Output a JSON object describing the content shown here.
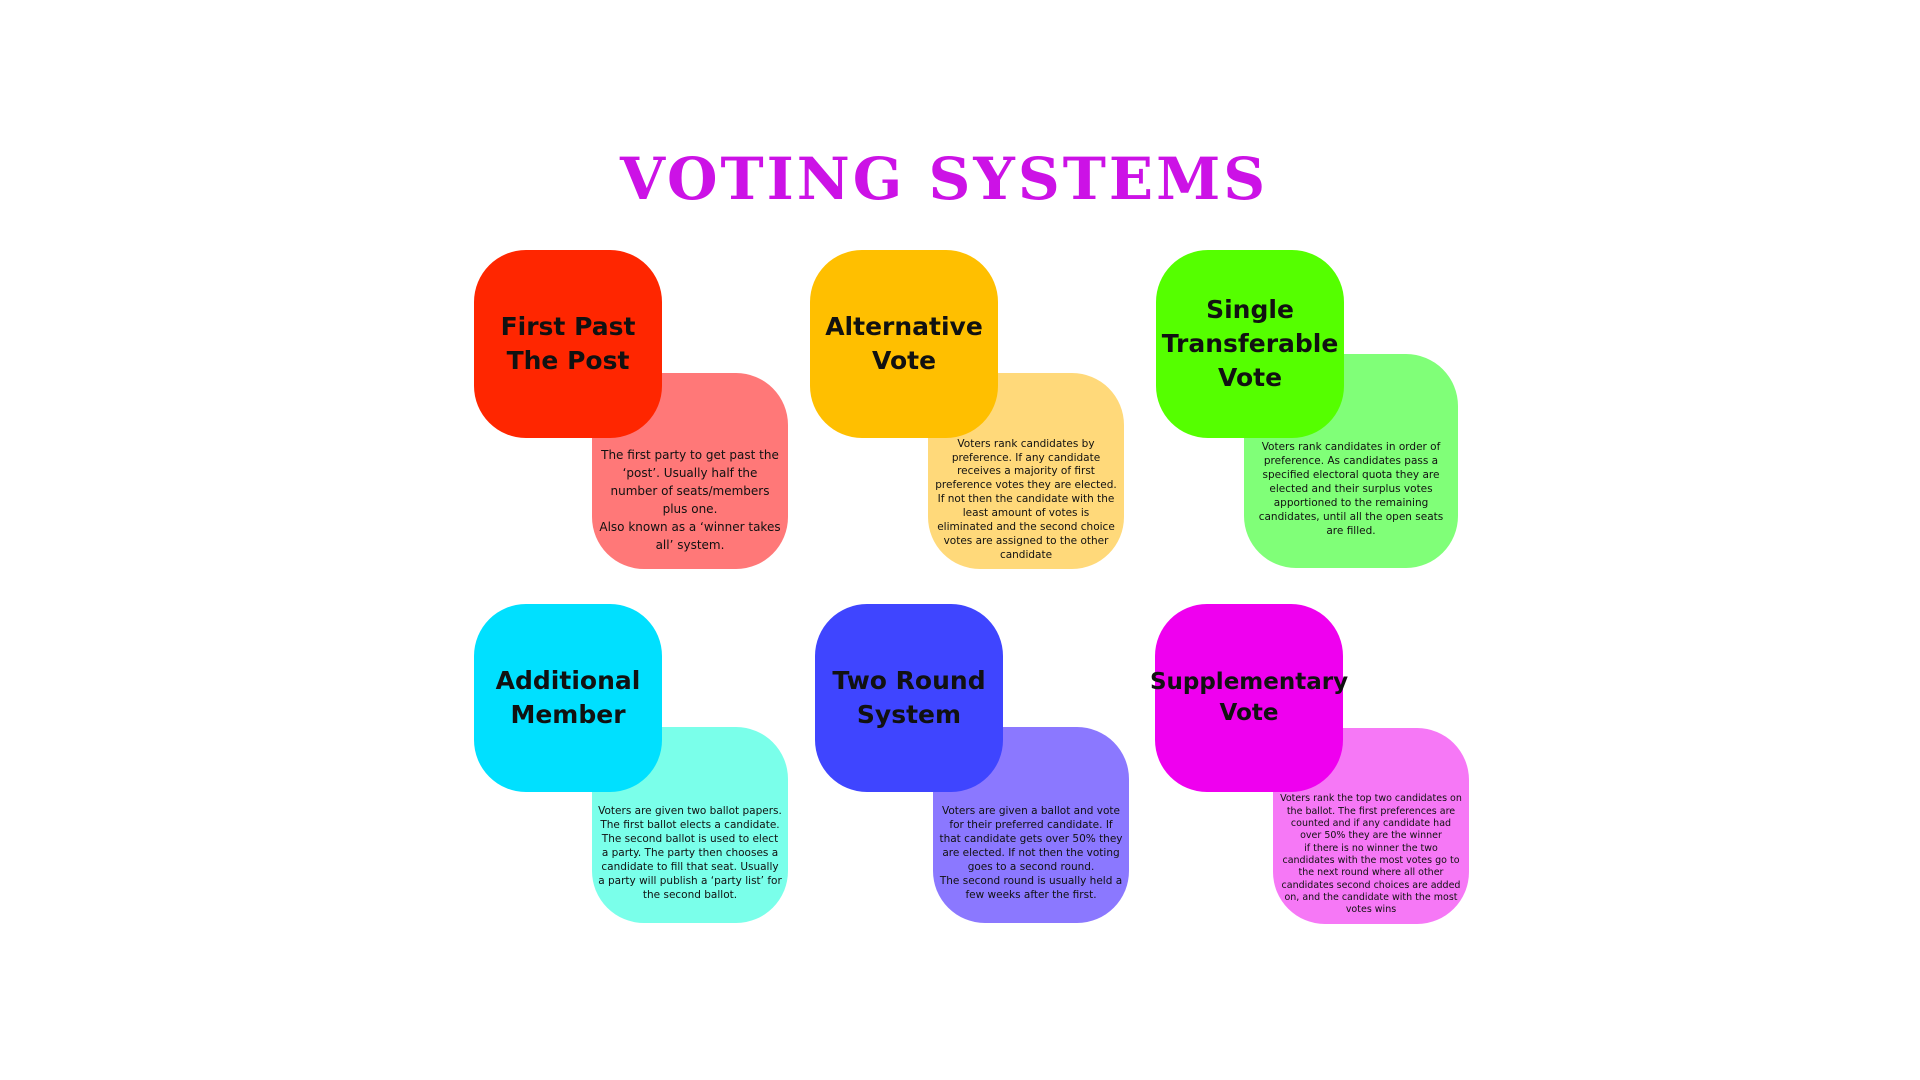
{
  "title": "VOTING SYSTEMS",
  "colors": {
    "title": "#cc12e6"
  },
  "cards": [
    {
      "title": "First Past\nThe Post",
      "description": "The first party to get past the ‘post’. Usually half the number of seats/members plus one.\nAlso known as a ‘winner takes all’ system.",
      "title_color": "#ff2600",
      "desc_color": "#ff7878"
    },
    {
      "title": "Alternative\nVote",
      "description": "Voters rank candidates by preference. If any candidate receives a majority of first preference votes they are elected. If not then the candidate with the least amount of votes is eliminated and the second choice votes are assigned to the other candidate",
      "title_color": "#ffbf00",
      "desc_color": "#ffd97a"
    },
    {
      "title": "Single\nTransferable\nVote",
      "description": "Voters rank candidates in order of preference. As candidates pass a specified electoral quota they are elected and their surplus votes apportioned to the remaining candidates, until all the open seats are filled.",
      "title_color": "#55ff00",
      "desc_color": "#80ff78"
    },
    {
      "title": "Additional\nMember",
      "description": "Voters are given two ballot papers. The first ballot elects a candidate. The second ballot is used to elect a party. The party then chooses a candidate to fill that seat. Usually a party will publish a ‘party list’ for the second ballot.",
      "title_color": "#00e0ff",
      "desc_color": "#7affea"
    },
    {
      "title": "Two Round\nSystem",
      "description": "Voters are given a ballot and vote for their preferred candidate. If that candidate gets over 50% they are elected. If not then the voting goes to a second round.\nThe second round is usually held a few weeks after the first.",
      "title_color": "#3f45ff",
      "desc_color": "#8b78ff"
    },
    {
      "title": "Supplementary\nVote",
      "description": "Voters rank the top two candidates on the ballot. The first preferences are counted and if any candidate had over 50% they are the winner\nif there is no winner the two candidates with the most votes go to the next round where all other candidates second choices are added on, and the candidate with the most votes wins",
      "title_color": "#ef00ef",
      "desc_color": "#f678f6"
    }
  ]
}
